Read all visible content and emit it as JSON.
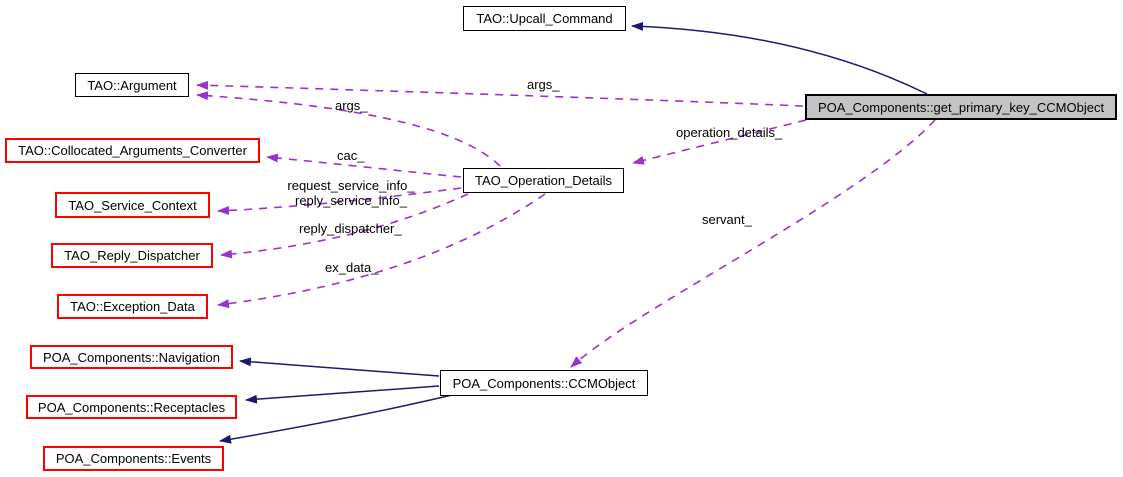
{
  "diagram": {
    "type": "doxygen-collaboration-graph",
    "colors": {
      "dashed_edge": "#9a32cd",
      "solid_edge": "#191970",
      "highlight_border": "#ff0000",
      "node_border": "#000000",
      "focus_fill": "#c3c3c3",
      "background": "#ffffff"
    },
    "nodes": [
      {
        "label": "TAO::Upcall_Command",
        "style": "plain"
      },
      {
        "label": "TAO::Argument",
        "style": "plain"
      },
      {
        "label": "TAO::Collocated_Arguments_Converter",
        "style": "red"
      },
      {
        "label": "TAO_Service_Context",
        "style": "red"
      },
      {
        "label": "TAO_Reply_Dispatcher",
        "style": "red"
      },
      {
        "label": "TAO::Exception_Data",
        "style": "red"
      },
      {
        "label": "POA_Components::Navigation",
        "style": "red"
      },
      {
        "label": "POA_Components::Receptacles",
        "style": "red"
      },
      {
        "label": "POA_Components::Events",
        "style": "red"
      },
      {
        "label": "TAO_Operation_Details",
        "style": "plain"
      },
      {
        "label": "POA_Components::CCMObject",
        "style": "plain"
      },
      {
        "label": "POA_Components::get_primary_key_CCMObject",
        "style": "focus"
      }
    ],
    "edge_labels": [
      {
        "text": "args_"
      },
      {
        "text": "operation_details_"
      },
      {
        "text": "servant_"
      },
      {
        "text": "args_"
      },
      {
        "text": "cac_"
      },
      {
        "text": "request_service_info_\nreply_service_info_"
      },
      {
        "text": "reply_dispatcher_"
      },
      {
        "text": "ex_data_"
      }
    ]
  }
}
